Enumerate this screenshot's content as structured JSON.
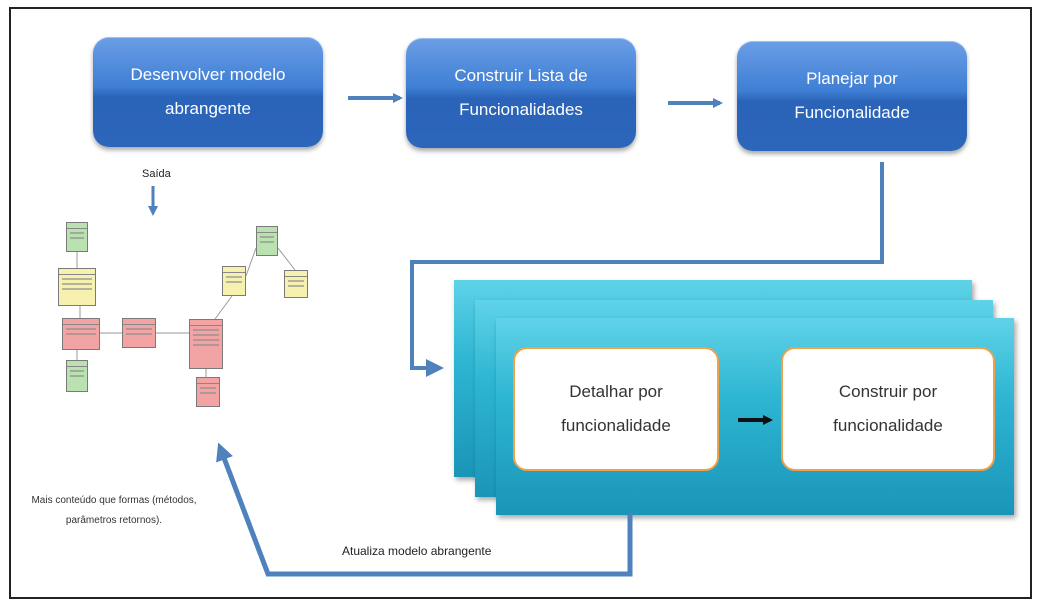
{
  "steps": {
    "develop_model": "Desenvolver modelo abrangente",
    "build_feature_list": "Construir Lista de Funcionalidades",
    "plan_by_feature": "Planejar por Funcionalidade"
  },
  "iteration": {
    "design_by_feature": "Detalhar por funcionalidade",
    "build_by_feature": "Construir por funcionalidade"
  },
  "labels": {
    "output": "Saída",
    "update_model": "Atualiza modelo abrangente",
    "model_note": "Mais conteúdo que formas (métodos, parâmetros retornos)."
  },
  "colors": {
    "step_blue": "#3f7fd4",
    "arrow_blue": "#4f81bd",
    "panel_cyan": "#2eb6d3",
    "card_border_orange": "#f0a24a",
    "uml_green": "#b9e2b0",
    "uml_yellow": "#f6f1ae",
    "uml_pink": "#f2a3a3"
  }
}
